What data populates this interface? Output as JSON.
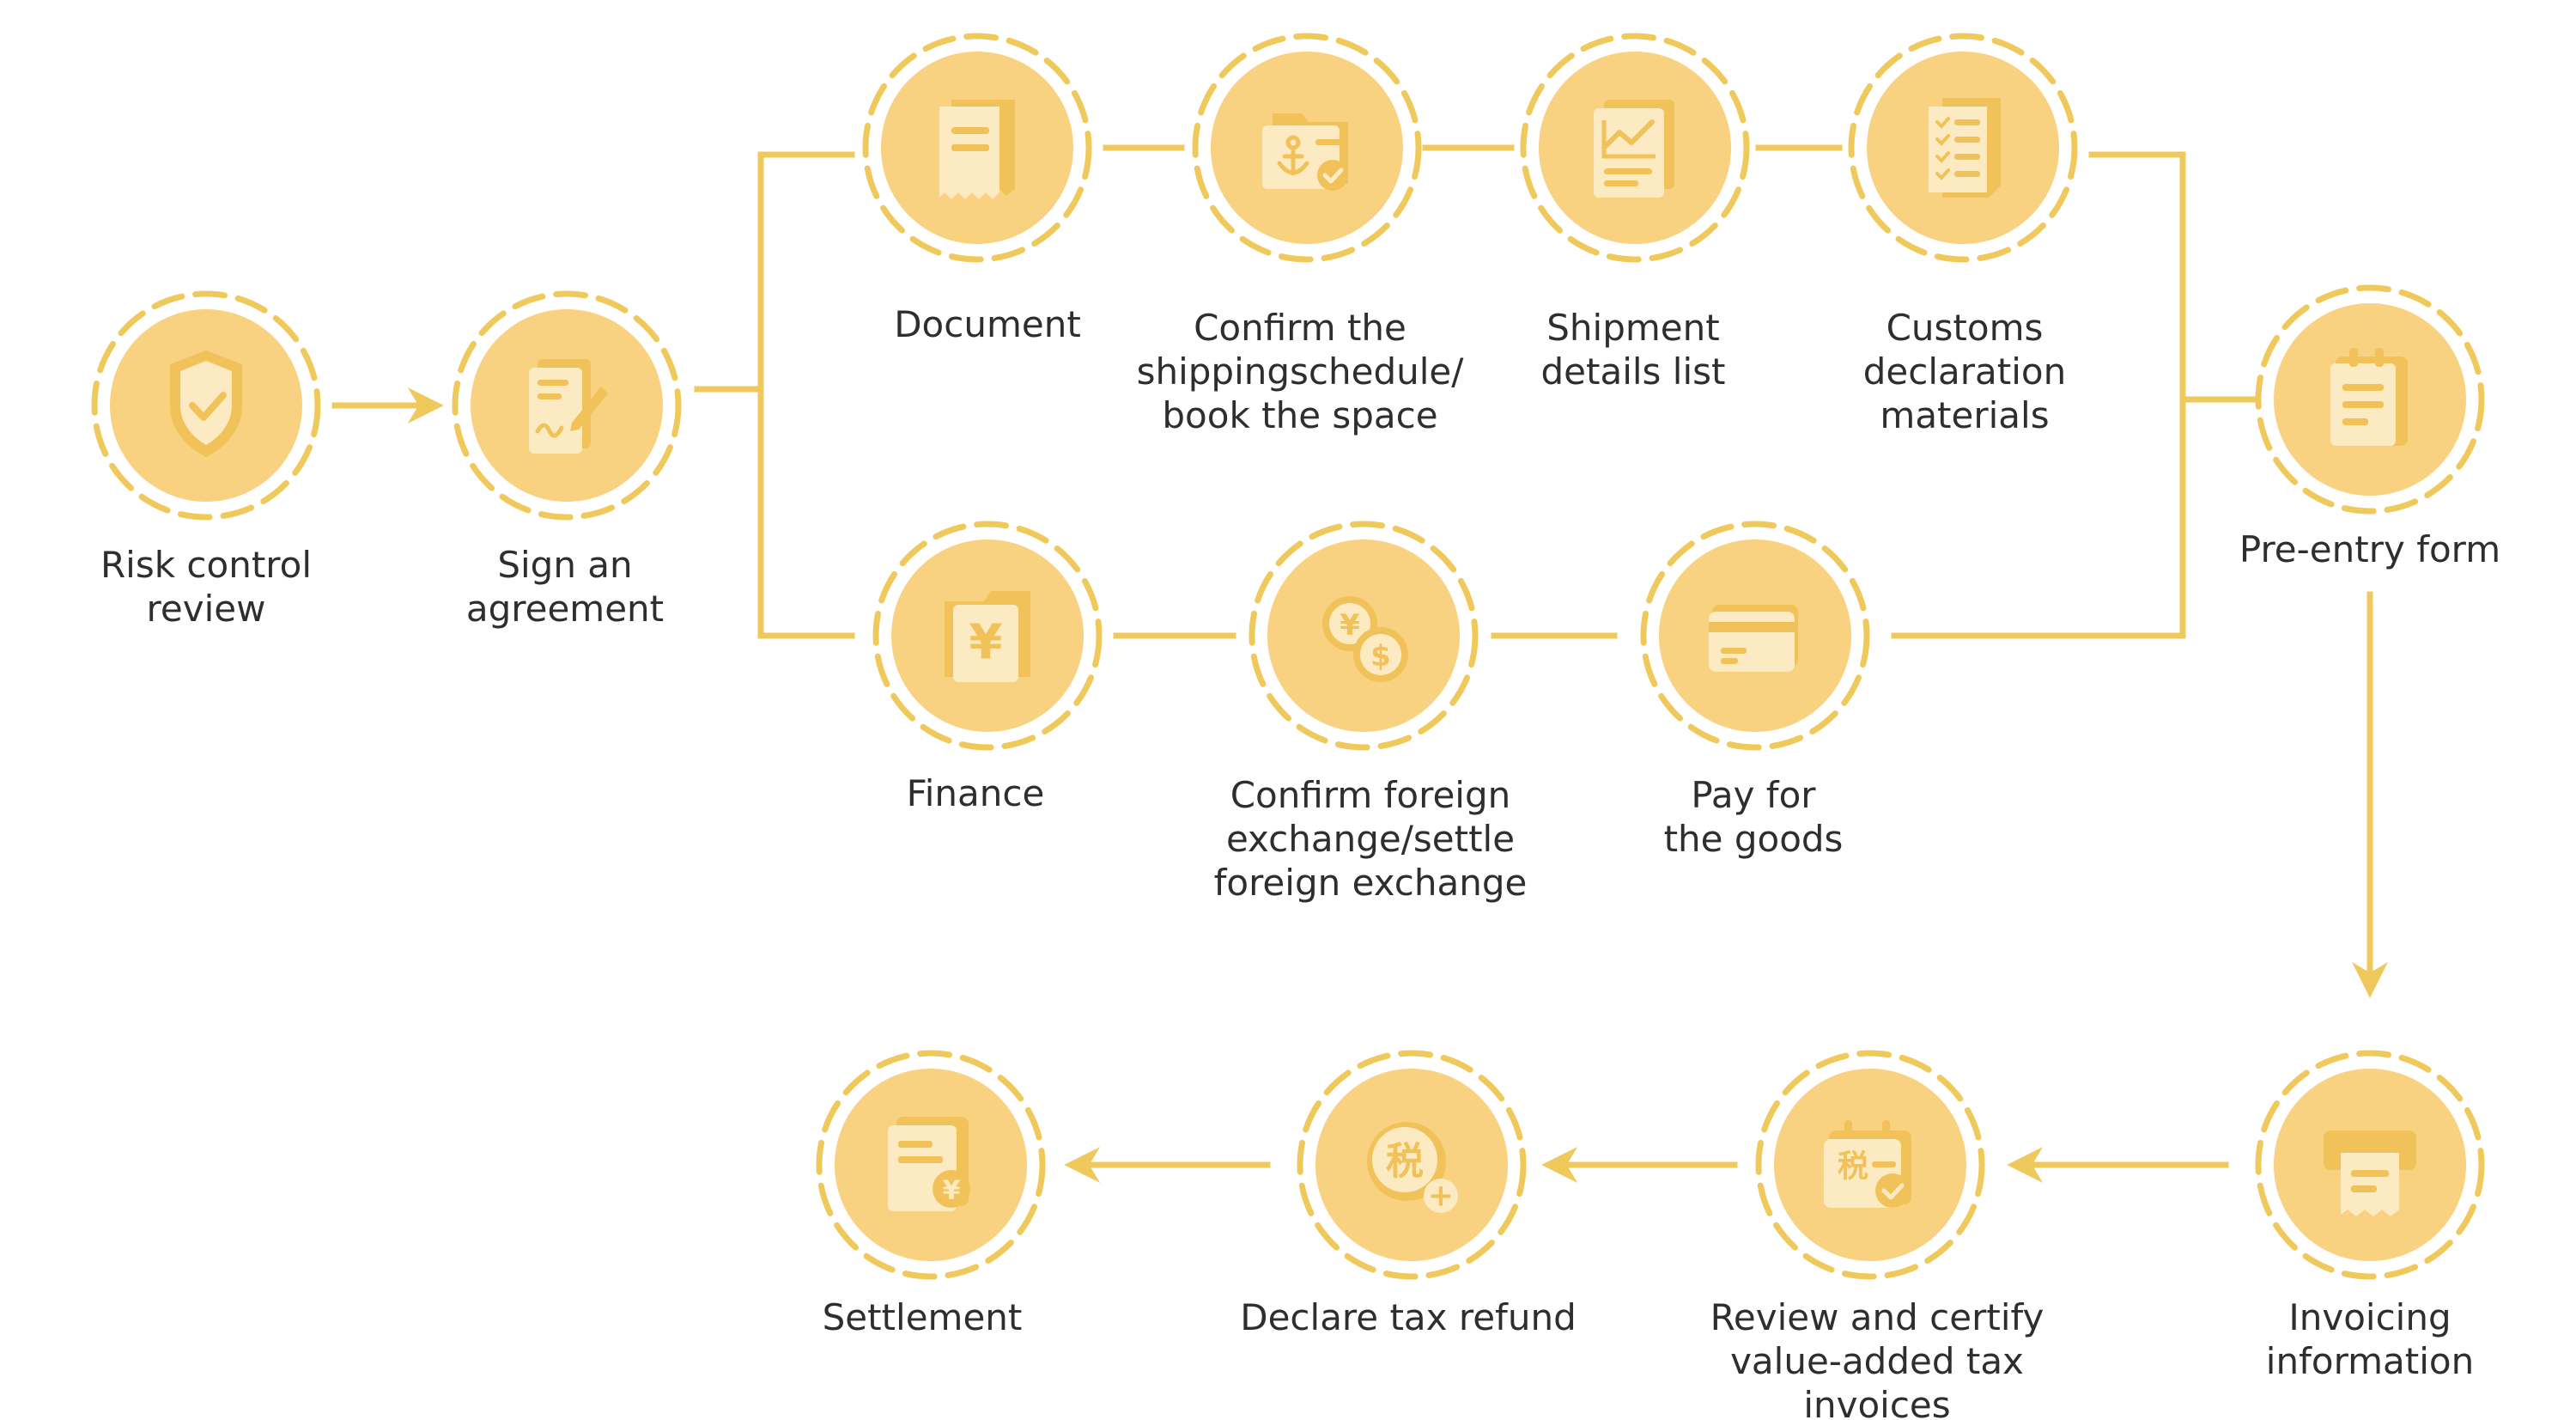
{
  "colors": {
    "line": "#F0C95C",
    "dashed_ring": "#F0C95C",
    "node_fill": "#F8D280",
    "icon_primary": "#F2C25A",
    "icon_light": "#FCEBC2",
    "text": "#2E2E2E"
  },
  "nodes": [
    {
      "id": "risk",
      "label": "Risk control\nreview",
      "icon": "shield-check-icon"
    },
    {
      "id": "sign",
      "label": "Sign an\nagreement",
      "icon": "contract-signature-icon"
    },
    {
      "id": "document",
      "label": "Document",
      "icon": "receipt-document-icon"
    },
    {
      "id": "schedule",
      "label": "Confirm the\nshippingschedule/\nbook the space",
      "icon": "anchor-folder-icon"
    },
    {
      "id": "shipment",
      "label": "Shipment\ndetails list",
      "icon": "chart-list-icon"
    },
    {
      "id": "customs",
      "label": "Customs\ndeclaration\nmaterials",
      "icon": "checklist-document-icon"
    },
    {
      "id": "preentry",
      "label": "Pre-entry form",
      "icon": "clipboard-form-icon"
    },
    {
      "id": "finance",
      "label": "Finance",
      "icon": "yuan-document-icon"
    },
    {
      "id": "fx",
      "label": "Confirm foreign\nexchange/settle\nforeign exchange",
      "icon": "currency-exchange-icon"
    },
    {
      "id": "pay",
      "label": "Pay for\nthe goods",
      "icon": "payment-card-icon"
    },
    {
      "id": "invoicing",
      "label": "Invoicing\ninformation",
      "icon": "invoice-printer-icon"
    },
    {
      "id": "review",
      "label": "Review and certify\nvalue-added tax invoices",
      "icon": "tax-calendar-check-icon"
    },
    {
      "id": "declare",
      "label": "Declare tax refund",
      "icon": "tax-coin-plus-icon"
    },
    {
      "id": "settlement",
      "label": "Settlement",
      "icon": "yuan-bill-icon"
    }
  ],
  "glyphs": {
    "yuan": "¥",
    "dollar": "$",
    "tax": "税",
    "plus": "+"
  }
}
